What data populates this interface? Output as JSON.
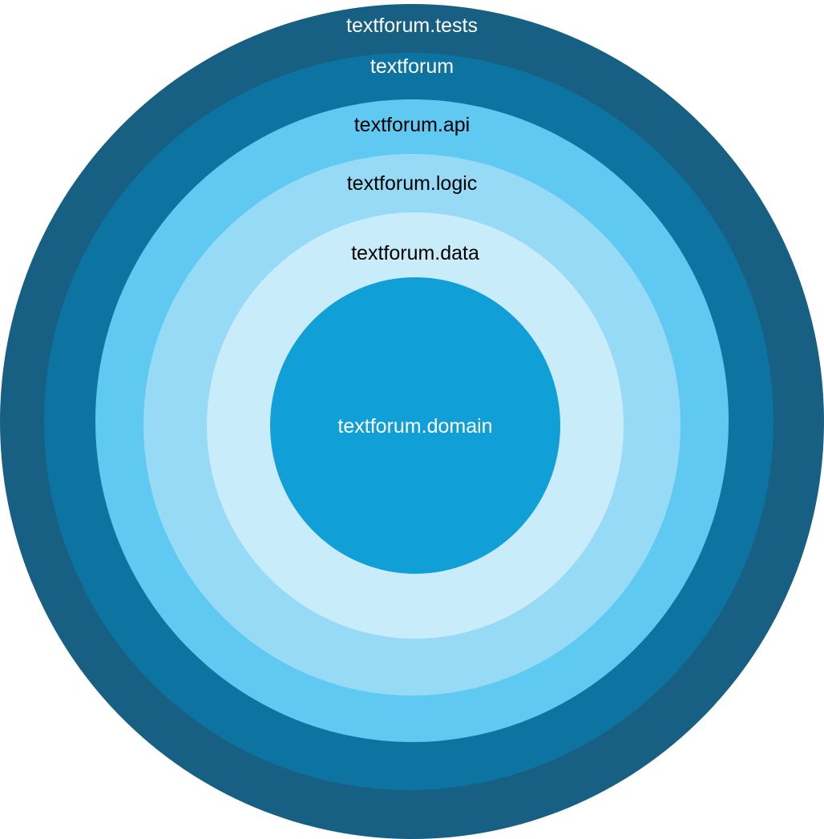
{
  "diagram": {
    "layers": [
      {
        "label": "textforum.tests",
        "fill": "#175F83",
        "text_color": "#FFFFFF"
      },
      {
        "label": "textforum",
        "fill": "#0D73A1",
        "text_color": "#FFFFFF"
      },
      {
        "label": "textforum.api",
        "fill": "#5FC9F2",
        "text_color": "#000000"
      },
      {
        "label": "textforum.logic",
        "fill": "#97DAF6",
        "text_color": "#000000"
      },
      {
        "label": "textforum.data",
        "fill": "#C9ECFB",
        "text_color": "#000000"
      },
      {
        "label": "textforum.domain",
        "fill": "#119FD7",
        "text_color": "#FFFFFF"
      }
    ]
  }
}
